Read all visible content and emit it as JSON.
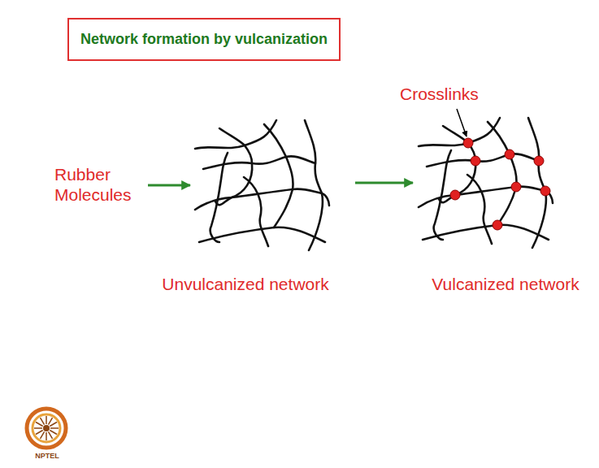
{
  "diagram": {
    "title": "Network formation by vulcanization",
    "nodes": [
      {
        "text": [
          "Unvulcanized network"
        ]
      },
      {
        "text": [
          "Vulcanized network"
        ]
      }
    ],
    "edges": [
      {
        "from": 0,
        "to": 1,
        "arrow": "to"
      }
    ],
    "labels": [
      "Rubber Molecules",
      "Crosslinks",
      "NPTEL"
    ]
  }
}
